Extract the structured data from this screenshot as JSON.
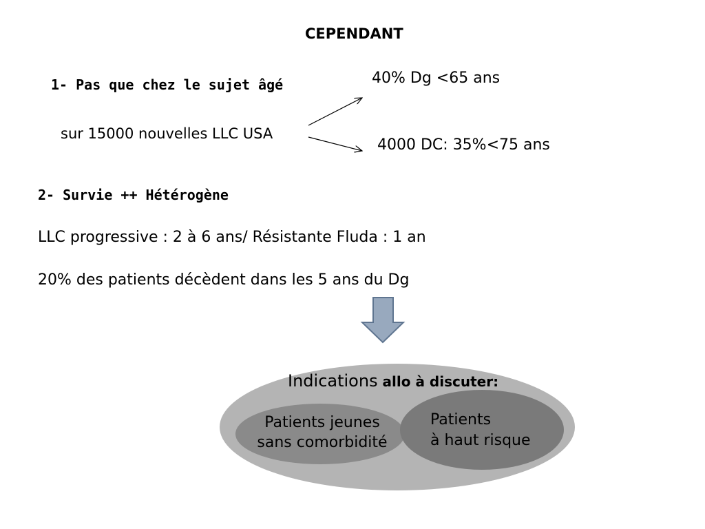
{
  "slide": {
    "title": "CEPENDANT",
    "point1": "1- Pas que chez le sujet âgé",
    "usa_line": "sur 15000 nouvelles LLC USA",
    "branch_up": "40% Dg <65 ans",
    "branch_down": "4000 DC: 35%<75 ans",
    "point2": "2- Survie ++ Hétérogène",
    "line1": "LLC progressive : 2 à 6 ans/ Résistante Fluda : 1 an",
    "line2": "20% des patients décèdent dans les 5 ans du Dg"
  },
  "ellipse": {
    "title_main": "Indications",
    "title_rest": " allo à discuter:",
    "left_line1": "Patients jeunes",
    "left_line2": "sans comorbidité",
    "right_line1": "Patients",
    "right_line2": "à haut risque"
  },
  "colors": {
    "outer_ellipse": "#b4b4b4",
    "left_ellipse": "#8a8a8a",
    "right_ellipse": "#7a7a7a",
    "down_arrow_fill": "#98a9be",
    "down_arrow_stroke": "#5f7590"
  }
}
